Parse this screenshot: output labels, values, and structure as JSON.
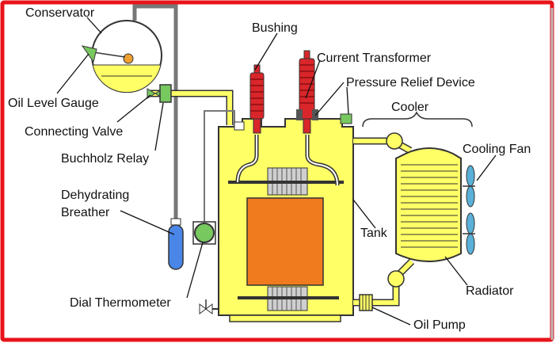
{
  "labels": {
    "conservator": "Conservator",
    "oil_level_gauge": "Oil Level Gauge",
    "connecting_valve": "Connecting Valve",
    "buchholz_relay": "Buchholz Relay",
    "dehydrating_breather_line1": "Dehydrating",
    "dehydrating_breather_line2": "Breather",
    "dial_thermometer": "Dial Thermometer",
    "bushing": "Bushing",
    "current_transformer": "Current Transformer",
    "pressure_relief_device": "Pressure Relief Device",
    "cooler": "Cooler",
    "cooling_fan": "Cooling Fan",
    "tank": "Tank",
    "radiator": "Radiator",
    "oil_pump": "Oil Pump"
  },
  "colors": {
    "frame": "#e8141b",
    "oil": "#ffff66",
    "outline": "#333333",
    "core": "#f07a1e",
    "bushing": "#d8262a",
    "relay": "#78c860",
    "breather": "#4a86e8",
    "fan": "#5ab0d8",
    "pipe": "#777777"
  }
}
